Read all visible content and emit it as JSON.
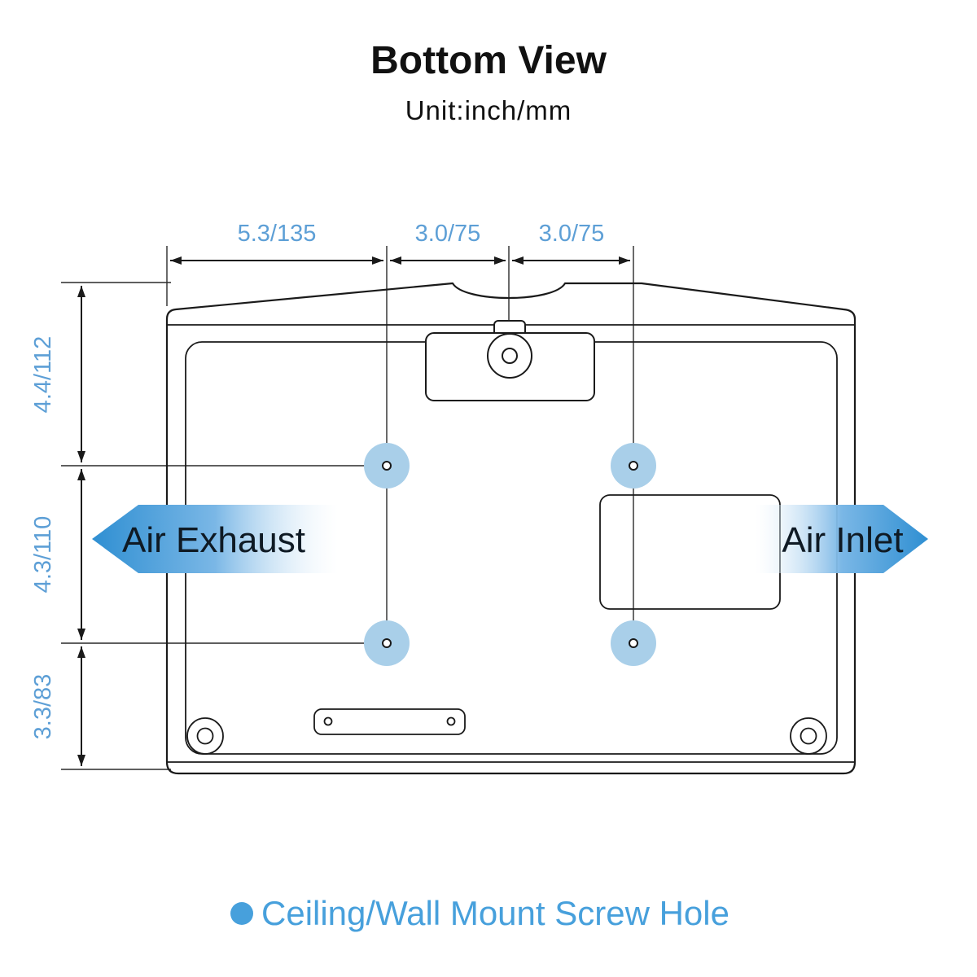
{
  "header": {
    "title": "Bottom View",
    "subtitle": "Unit:inch/mm"
  },
  "dimensions": {
    "top": [
      "5.3/135",
      "3.0/75",
      "3.0/75"
    ],
    "left": [
      "4.4/112",
      "4.3/110",
      "3.3/83"
    ]
  },
  "callouts": {
    "air_exhaust": "Air Exhaust",
    "air_inlet": "Air Inlet"
  },
  "legend": {
    "label": "Ceiling/Wall Mount Screw Hole"
  },
  "colors": {
    "dimension_text": "#5d9fd6",
    "arrow_blue": "#2f8fd2",
    "arrow_blue_mid": "#7ab7e6",
    "screw_hole_fill": "#a9cfe9",
    "legend_blue": "#47a0dc",
    "outline": "#1a1a1a",
    "callout_text": "#0f1a24"
  }
}
